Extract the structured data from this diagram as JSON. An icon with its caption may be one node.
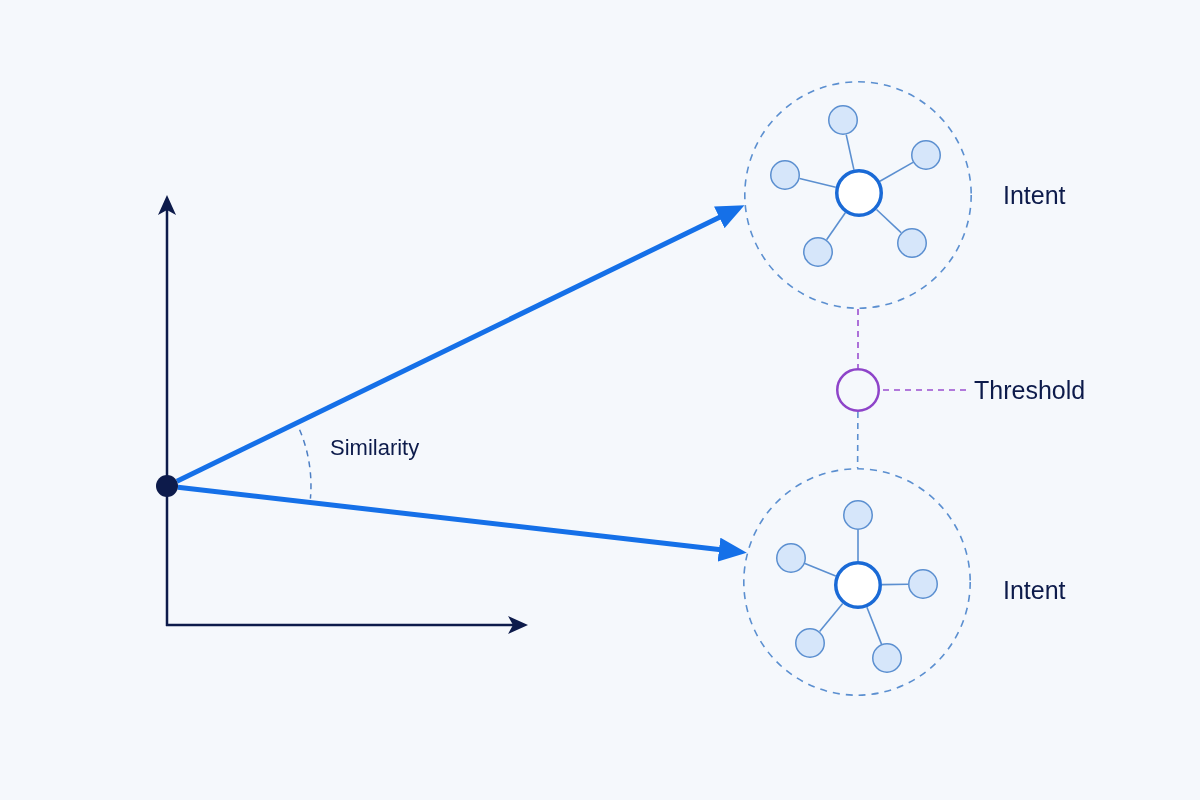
{
  "diagram": {
    "nodes": [
      {
        "text": [],
        "shape": "circle"
      },
      {
        "text": [],
        "shape": "circle",
        "beside": [
          "Intent"
        ]
      },
      {
        "text": [],
        "shape": "circle",
        "in": 1
      },
      {
        "text": [],
        "shape": "circle",
        "in": 1
      },
      {
        "text": [],
        "shape": "circle",
        "in": 1
      },
      {
        "text": [],
        "shape": "circle",
        "in": 1
      },
      {
        "text": [],
        "shape": "circle",
        "in": 1
      },
      {
        "text": [],
        "shape": "circle",
        "in": 1
      },
      {
        "text": [],
        "shape": "circle"
      },
      {
        "text": [
          "Threshold"
        ]
      },
      {
        "text": [],
        "shape": "circle",
        "beside": [
          "Intent"
        ]
      },
      {
        "text": [],
        "shape": "circle",
        "in": 10
      },
      {
        "text": [],
        "shape": "circle",
        "in": 10
      },
      {
        "text": [],
        "shape": "circle",
        "in": 10
      },
      {
        "text": [],
        "shape": "circle",
        "in": 10
      },
      {
        "text": [],
        "shape": "circle",
        "in": 10
      },
      {
        "text": [],
        "shape": "circle",
        "in": 10
      }
    ],
    "edges": [
      {
        "from": 0,
        "to": 1,
        "arrow": "to",
        "style": "thick",
        "color": "#1570e8"
      },
      {
        "from": 0,
        "to": 10,
        "arrow": "to",
        "style": "thick",
        "color": "#1570e8"
      },
      {
        "from": 2,
        "to": 3,
        "arrow": "none"
      },
      {
        "from": 2,
        "to": 4,
        "arrow": "none"
      },
      {
        "from": 2,
        "to": 5,
        "arrow": "none"
      },
      {
        "from": 2,
        "to": 6,
        "arrow": "none"
      },
      {
        "from": 2,
        "to": 7,
        "arrow": "none"
      },
      {
        "from": 1,
        "to": 8,
        "arrow": "none",
        "style": "dashed",
        "color": "#9b4fd0"
      },
      {
        "from": 8,
        "to": 10,
        "arrow": "none",
        "style": "dashed"
      },
      {
        "from": 9,
        "to": 8,
        "arrow": "none",
        "style": "dashed",
        "color": "#9b4fd0"
      },
      {
        "from": 11,
        "to": 12,
        "arrow": "none"
      },
      {
        "from": 11,
        "to": 13,
        "arrow": "none"
      },
      {
        "from": 11,
        "to": 14,
        "arrow": "none"
      },
      {
        "from": 11,
        "to": 15,
        "arrow": "none"
      },
      {
        "from": 11,
        "to": 16,
        "arrow": "none"
      }
    ],
    "labels": [
      "Similarity"
    ]
  }
}
